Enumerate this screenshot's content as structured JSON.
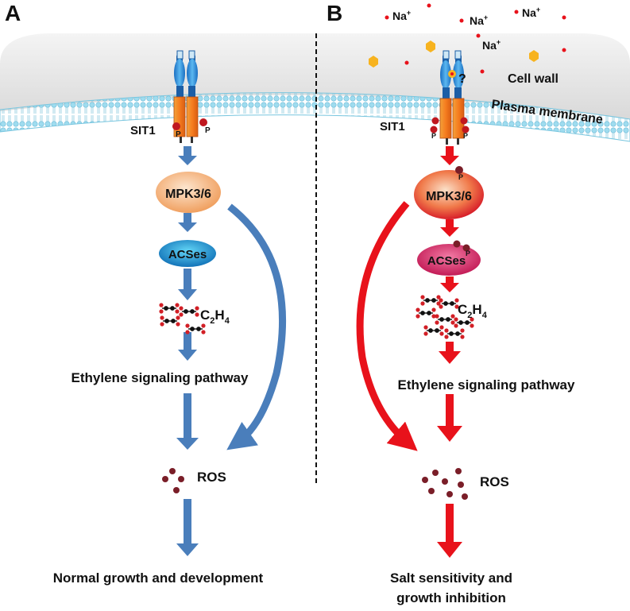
{
  "panels": {
    "a": {
      "letter": "A",
      "receptor": "SIT1",
      "phospho_mark": "P",
      "mpk": "MPK3/6",
      "acs": "ACSes",
      "ethylene": {
        "main": "C",
        "sub1": "2",
        "mid": "H",
        "sub2": "4"
      },
      "pathway": "Ethylene signaling pathway",
      "ros": "ROS",
      "outcome": [
        "Normal growth and development"
      ],
      "arrow_color": "#4a7ebb"
    },
    "b": {
      "letter": "B",
      "receptor": "SIT1",
      "phospho_mark": "P",
      "unknown_mark": "?",
      "ion": {
        "base": "Na",
        "sup": "+"
      },
      "cell_wall": "Cell wall",
      "plasma_membrane": "Plasma membrane",
      "mpk": "MPK3/6",
      "acs": "ACSes",
      "ethylene": {
        "main": "C",
        "sub1": "2",
        "mid": "H",
        "sub2": "4"
      },
      "pathway": "Ethylene signaling pathway",
      "ros": "ROS",
      "outcome": [
        "Salt sensitivity and",
        "growth inhibition"
      ],
      "arrow_color": "#e8121b"
    }
  },
  "colors": {
    "cell_wall": "#e3e3e3",
    "membrane": "#8fd3e6",
    "phosphate": "#c0171f",
    "ros_dot": "#7a1e28",
    "hexagon": "#f7b31f"
  }
}
